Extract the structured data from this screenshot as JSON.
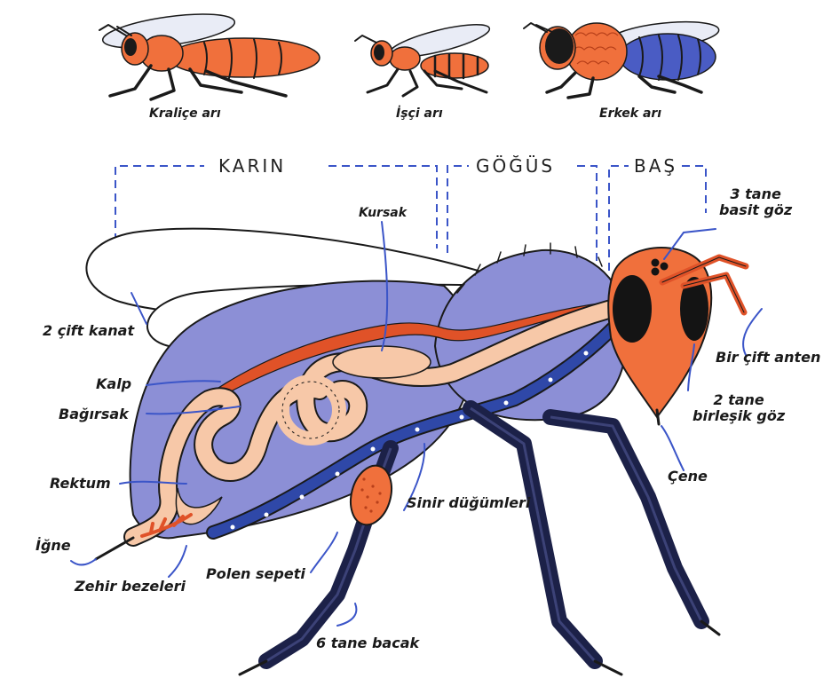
{
  "captions": {
    "queen": "Kraliçe arı",
    "worker": "İşçi arı",
    "drone": "Erkek arı"
  },
  "sections": {
    "abdomen": "KARIN",
    "thorax": "GÖĞÜS",
    "head": "BAŞ"
  },
  "labels": {
    "crop": "Kursak",
    "simple_eyes": [
      "3 tane",
      "basit göz"
    ],
    "wings": "2 çift kanat",
    "heart": "Kalp",
    "intestine": "Bağırsak",
    "rectum": "Rektum",
    "stinger": "İğne",
    "venom_glands": "Zehir bezeleri",
    "pollen_basket": "Polen sepeti",
    "ganglia": "Sinir düğümleri",
    "legs": "6 tane bacak",
    "antennae": "Bir çift anten",
    "compound_eyes": [
      "2 tane",
      "birleşik göz"
    ],
    "mandible": "Çene"
  },
  "colors": {
    "body": "#8c8fd6",
    "orange": "#f0703c",
    "heart_red": "#e05228",
    "gut": "#f7c8a8",
    "nerve_blue": "#2f48a8",
    "leg": "#1c2148",
    "leader": "#3b55c8",
    "background": "#ffffff"
  }
}
